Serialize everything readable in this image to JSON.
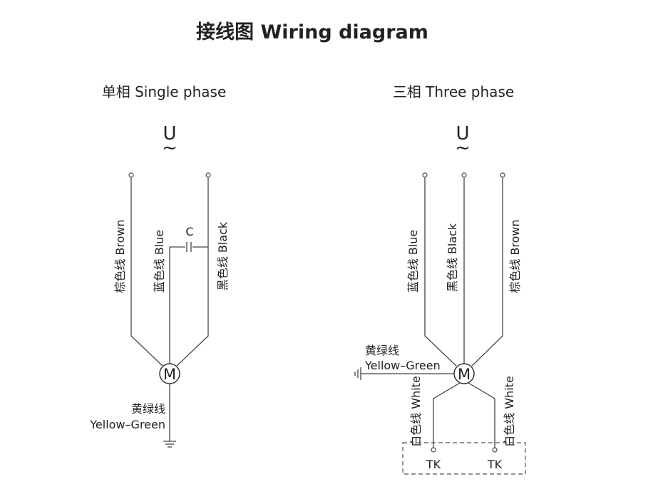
{
  "title": "接线图 Wiring diagram",
  "single": {
    "heading": "单相 Single phase",
    "supply_symbol": "U",
    "supply_wave": "~",
    "wire_brown": "棕色线 Brown",
    "wire_blue": "蓝色线 Blue",
    "wire_black": "黑色线 Black",
    "capacitor": "C",
    "motor": "M",
    "ground_cn": "黄绿线",
    "ground_en": "Yellow–Green"
  },
  "three": {
    "heading": "三相 Three phase",
    "supply_symbol": "U",
    "supply_wave": "~",
    "wire_blue": "蓝色线 Blue",
    "wire_black": "黑色线 Black",
    "wire_brown": "棕色线 Brown",
    "motor": "M",
    "ground_cn": "黄绿线",
    "ground_en": "Yellow–Green",
    "white_left": "白色线 White",
    "white_right": "白色线 White",
    "tk_left": "TK",
    "tk_right": "TK"
  }
}
